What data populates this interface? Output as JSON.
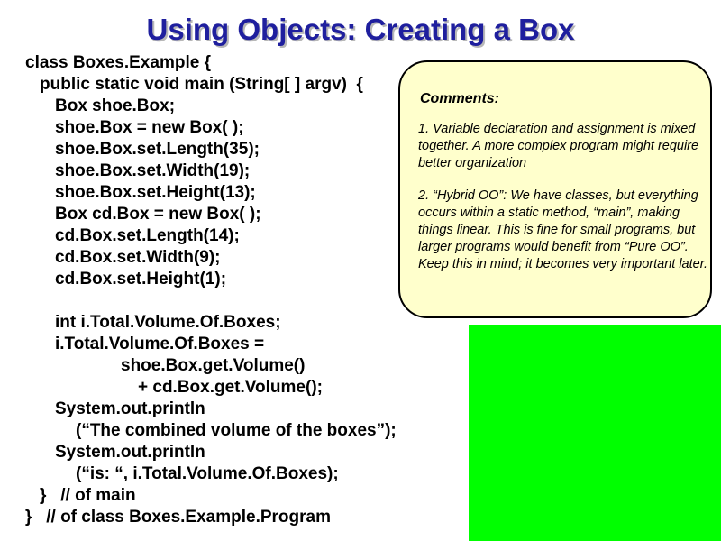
{
  "title": "Using Objects: Creating a Box",
  "code_lines": [
    "class Boxes.Example {",
    "public static void main (String[ ] argv)  {",
    "Box shoe.Box;",
    "shoe.Box = new Box( );",
    "shoe.Box.set.Length(35);",
    "shoe.Box.set.Width(19);",
    "shoe.Box.set.Height(13);",
    "Box cd.Box = new Box( );",
    "cd.Box.set.Length(14);",
    "cd.Box.set.Width(9);",
    "cd.Box.set.Height(1);",
    "int i.Total.Volume.Of.Boxes;",
    "i.Total.Volume.Of.Boxes =",
    "shoe.Box.get.Volume()",
    "+ cd.Box.get.Volume();",
    "System.out.println",
    "(“The combined volume of the boxes”);",
    "System.out.println",
    "(“is: “, i.Total.Volume.Of.Boxes);",
    "}   // of main",
    "}   // of class Boxes.Example.Program"
  ],
  "comments": {
    "heading": "Comments:",
    "point1": "1.  Variable declaration and assignment is mixed together.  A more complex program  might  require better organization",
    "point2": "2.  “Hybrid OO”:  We have classes, but everything occurs  within a static  method, “main”, making things linear.  This is fine for small programs, but larger programs would benefit from “Pure OO”.  Keep this in mind; it becomes very important later."
  },
  "colors": {
    "title": "#1f1f9e",
    "comment_background": "#ffffcc",
    "green_panel": "#00ff00"
  }
}
